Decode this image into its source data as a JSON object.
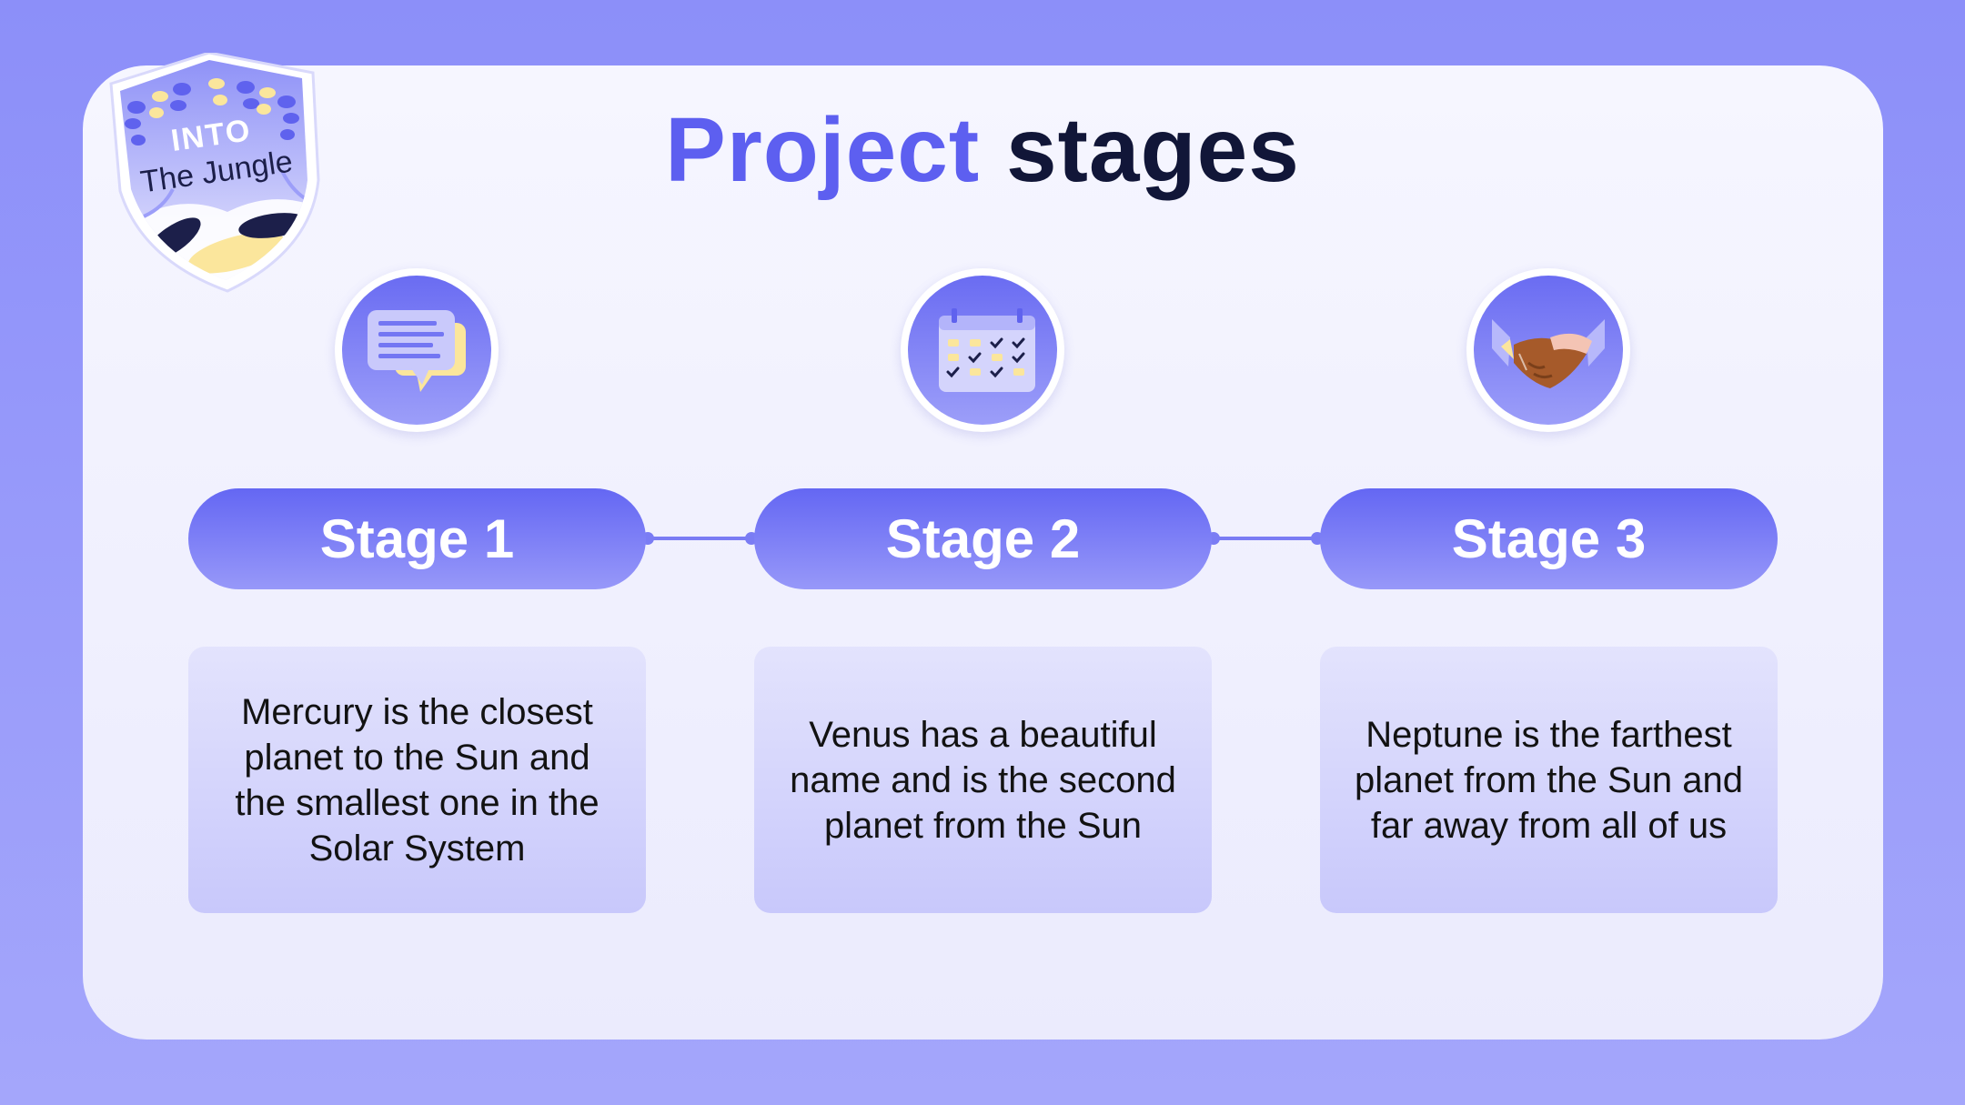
{
  "title": {
    "accent": "Project",
    "rest": "stages"
  },
  "badge": {
    "line1": "INTO",
    "line2": "The Jungle"
  },
  "stages": [
    {
      "label": "Stage 1",
      "icon": "chat-bubbles-icon",
      "description": "Mercury is the closest planet to the Sun and the smallest one in the Solar System"
    },
    {
      "label": "Stage 2",
      "icon": "calendar-checklist-icon",
      "description": "Venus has a beautiful name and is the second planet from the Sun"
    },
    {
      "label": "Stage 3",
      "icon": "handshake-icon",
      "description": "Neptune is the farthest planet from the Sun and far away from all of us"
    }
  ],
  "colors": {
    "accent": "#5d5ff0",
    "dark": "#111638",
    "yellow": "#fbe69c",
    "background": "#8c8ff9"
  }
}
